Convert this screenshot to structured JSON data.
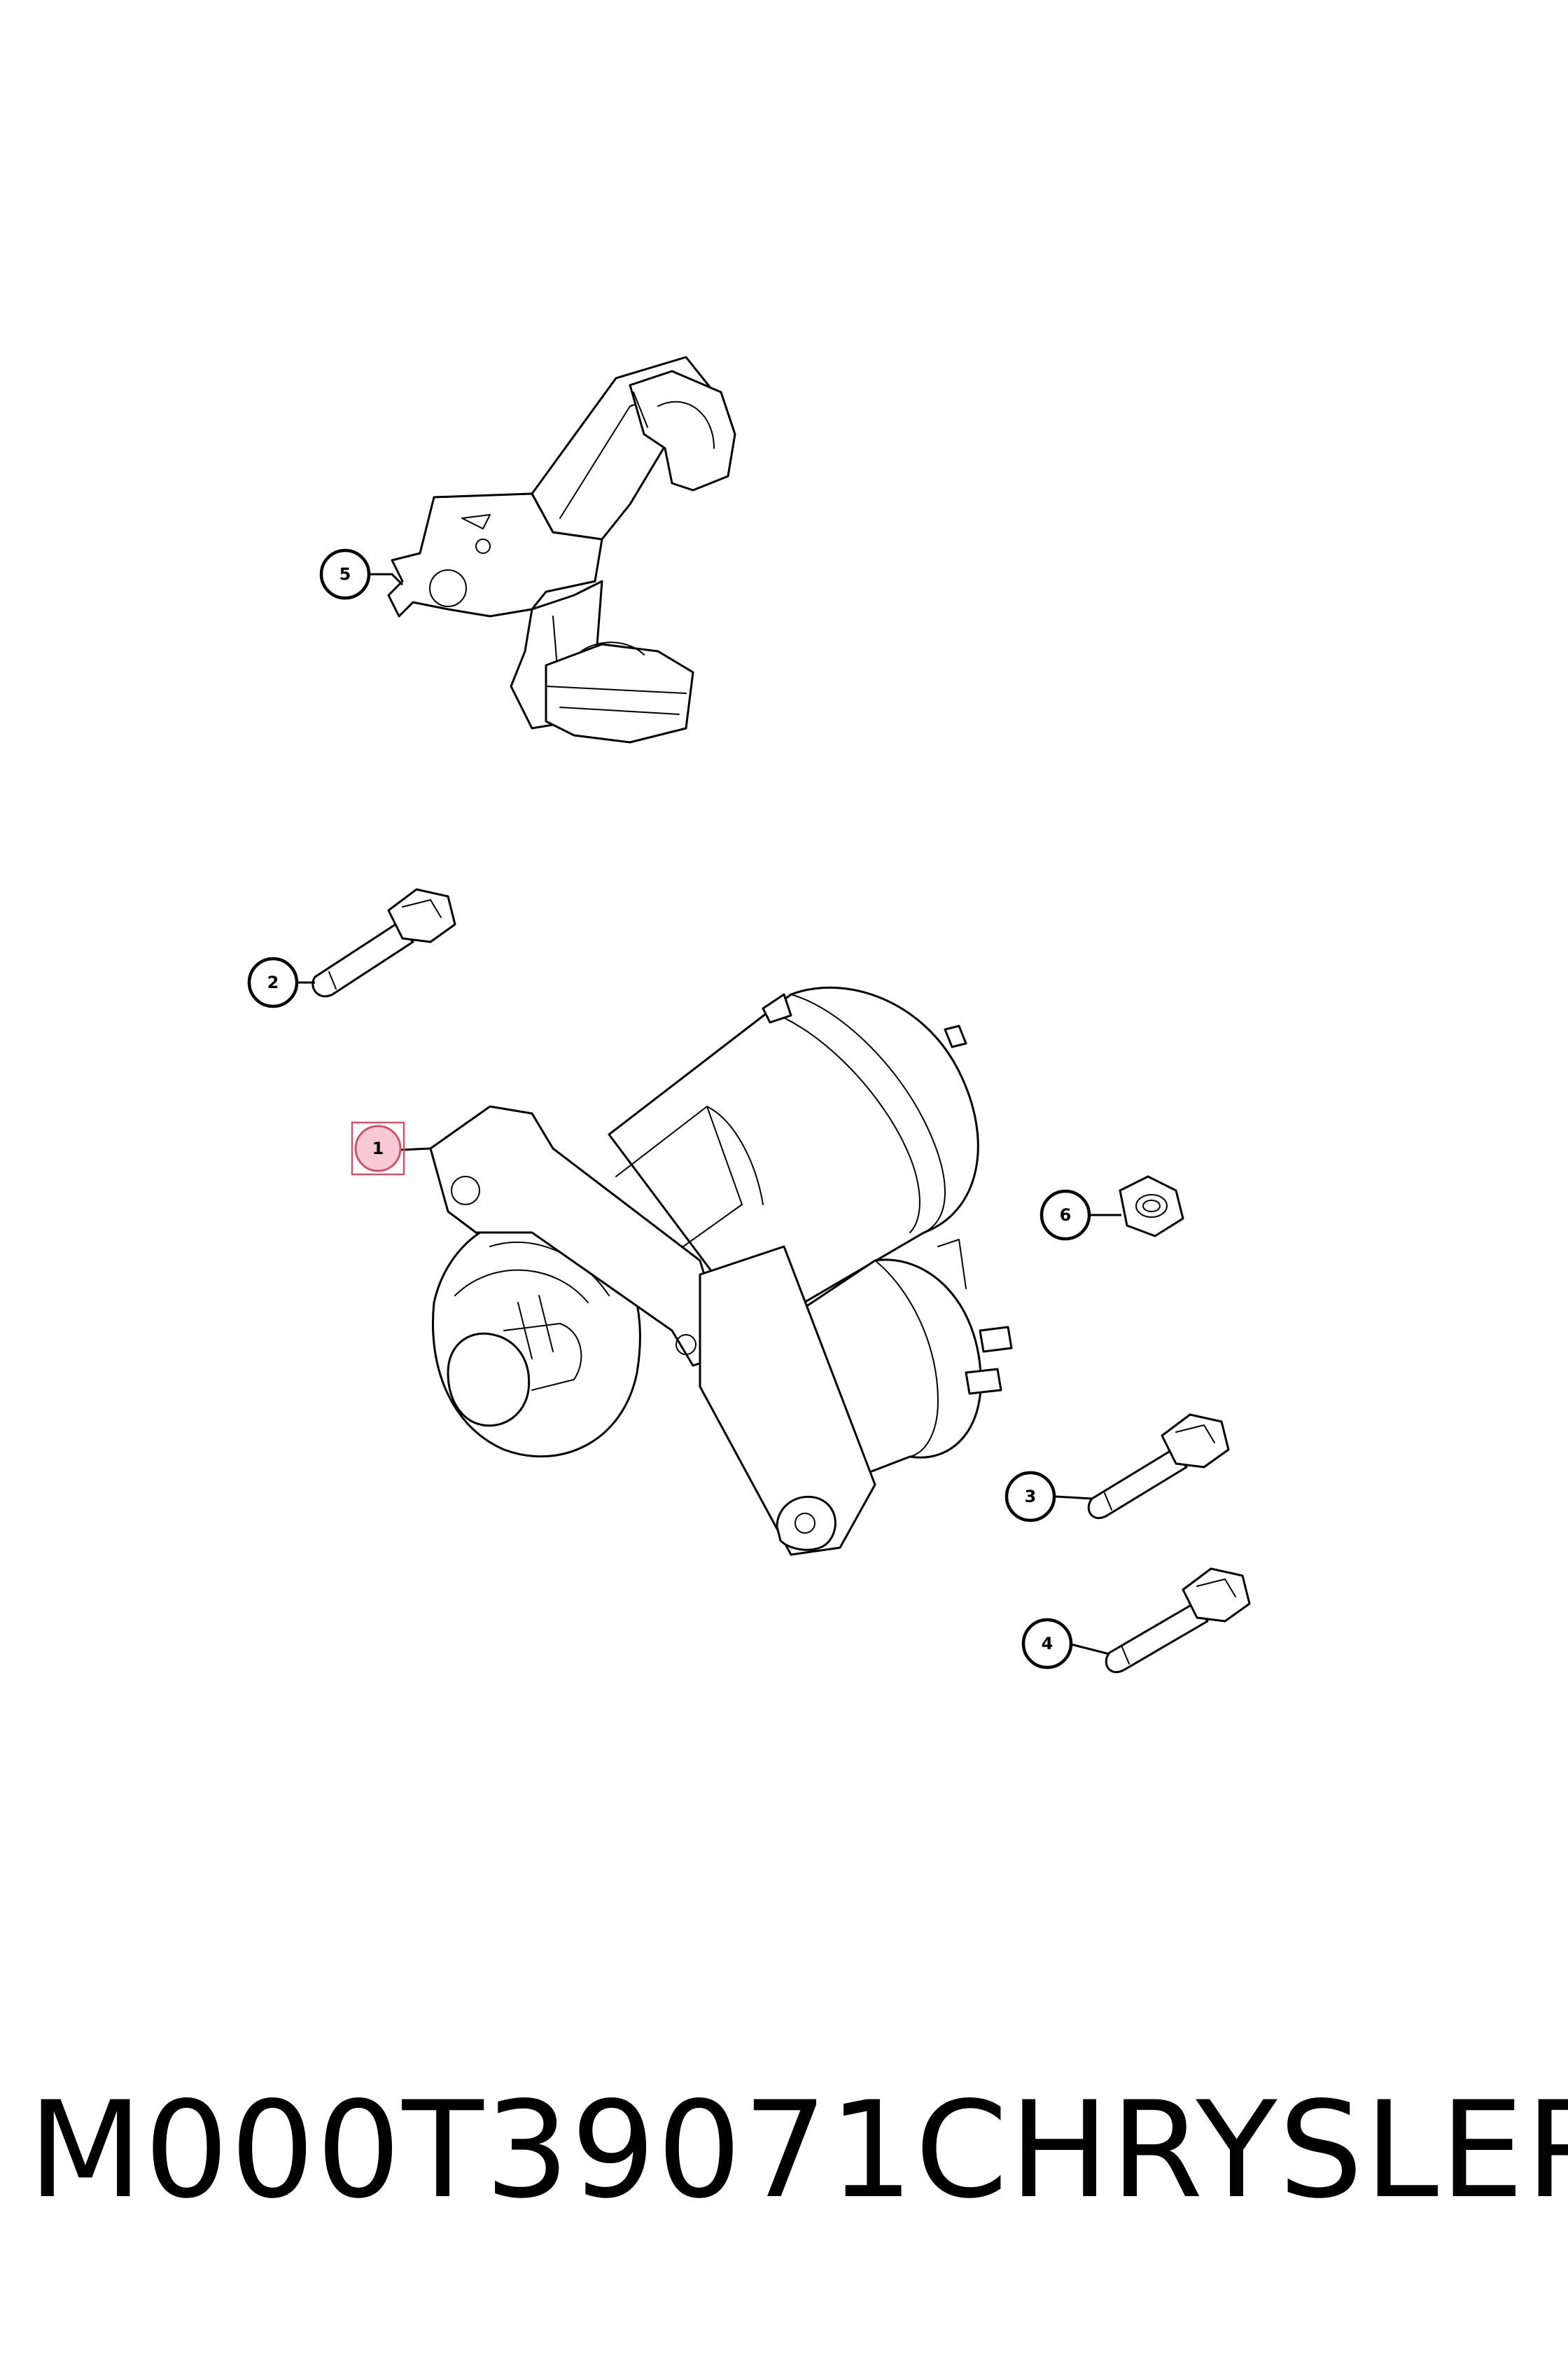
{
  "callouts": {
    "c1": "1",
    "c2": "2",
    "c3": "3",
    "c4": "4",
    "c5": "5",
    "c6": "6"
  },
  "caption": {
    "part_number": "M000T39071",
    "brand": "CHRYSLER"
  },
  "colors": {
    "line": "#000000",
    "highlight_fill": "#f6c9d3",
    "highlight_stroke": "#c9566a"
  }
}
